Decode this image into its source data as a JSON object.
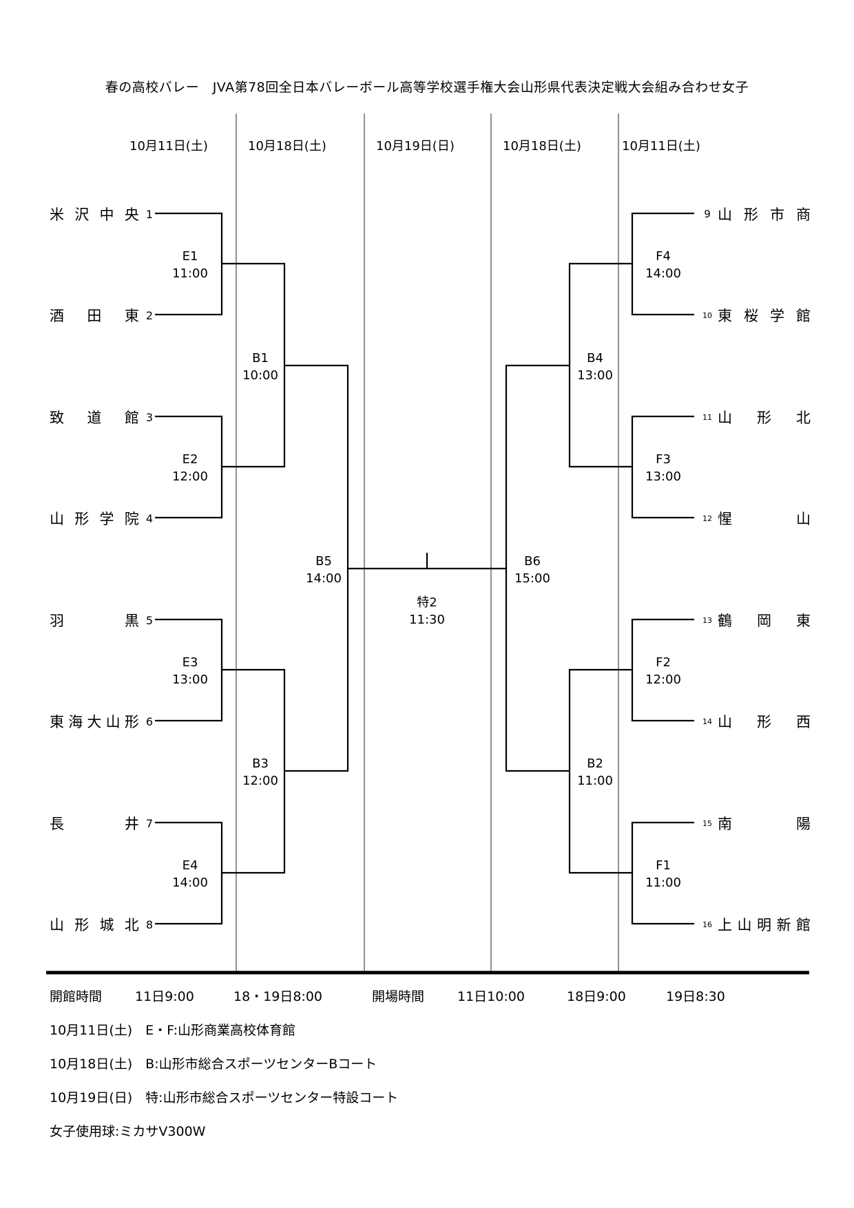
{
  "title": "春の高校バレー　JVA第78回全日本バレーボール高等学校選手権大会山形県代表決定戦大会組み合わせ女子",
  "dates": [
    "10月11日(土)",
    "10月18日(土)",
    "10月19日(日)",
    "10月18日(土)",
    "10月11日(土)"
  ],
  "left_teams": [
    {
      "seed": "1",
      "name_chars": [
        "米",
        "沢",
        "中",
        "央"
      ]
    },
    {
      "seed": "2",
      "name_chars": [
        "酒",
        "田",
        "東"
      ]
    },
    {
      "seed": "3",
      "name_chars": [
        "致",
        "道",
        "館"
      ]
    },
    {
      "seed": "4",
      "name_chars": [
        "山",
        "形",
        "学",
        "院"
      ]
    },
    {
      "seed": "5",
      "name_chars": [
        "羽",
        "黒"
      ]
    },
    {
      "seed": "6",
      "name_chars": [
        "東",
        "海",
        "大",
        "山",
        "形"
      ]
    },
    {
      "seed": "7",
      "name_chars": [
        "長",
        "井"
      ]
    },
    {
      "seed": "8",
      "name_chars": [
        "山",
        "形",
        "城",
        "北"
      ]
    }
  ],
  "right_teams": [
    {
      "seed": "9",
      "name_chars": [
        "山",
        "形",
        "市",
        "商"
      ]
    },
    {
      "seed": "10",
      "name_chars": [
        "東",
        "桜",
        "学",
        "館"
      ]
    },
    {
      "seed": "11",
      "name_chars": [
        "山",
        "形",
        "北"
      ]
    },
    {
      "seed": "12",
      "name_chars": [
        "惺",
        "山"
      ]
    },
    {
      "seed": "13",
      "name_chars": [
        "鶴",
        "岡",
        "東"
      ]
    },
    {
      "seed": "14",
      "name_chars": [
        "山",
        "形",
        "西"
      ]
    },
    {
      "seed": "15",
      "name_chars": [
        "南",
        "陽"
      ]
    },
    {
      "seed": "16",
      "name_chars": [
        "上",
        "山",
        "明",
        "新",
        "館"
      ]
    }
  ],
  "matches": {
    "E1": {
      "label": "E1",
      "time": "11:00"
    },
    "E2": {
      "label": "E2",
      "time": "12:00"
    },
    "E3": {
      "label": "E3",
      "time": "13:00"
    },
    "E4": {
      "label": "E4",
      "time": "14:00"
    },
    "F4": {
      "label": "F4",
      "time": "14:00"
    },
    "F3": {
      "label": "F3",
      "time": "13:00"
    },
    "F2": {
      "label": "F2",
      "time": "12:00"
    },
    "F1": {
      "label": "F1",
      "time": "11:00"
    },
    "B1": {
      "label": "B1",
      "time": "10:00"
    },
    "B3": {
      "label": "B3",
      "time": "12:00"
    },
    "B4": {
      "label": "B4",
      "time": "13:00"
    },
    "B2": {
      "label": "B2",
      "time": "11:00"
    },
    "B5": {
      "label": "B5",
      "time": "14:00"
    },
    "B6": {
      "label": "B6",
      "time": "15:00"
    },
    "final": {
      "label": "特2",
      "time": "11:30"
    }
  },
  "footer": {
    "opening_hall_label": "開館時間",
    "opening_hall_11": "11日9:00",
    "opening_hall_18_19": "18・19日8:00",
    "opening_venue_label": "開場時間",
    "opening_venue_11": "11日10:00",
    "opening_venue_18": "18日9:00",
    "opening_venue_19": "19日8:30",
    "venues": [
      "10月11日(土)　E・F:山形商業高校体育館",
      "10月18日(土)　B:山形市総合スポーツセンターBコート",
      "10月19日(日)　特:山形市総合スポーツセンター特設コート"
    ],
    "ball": "女子使用球:ミカサV300W"
  }
}
